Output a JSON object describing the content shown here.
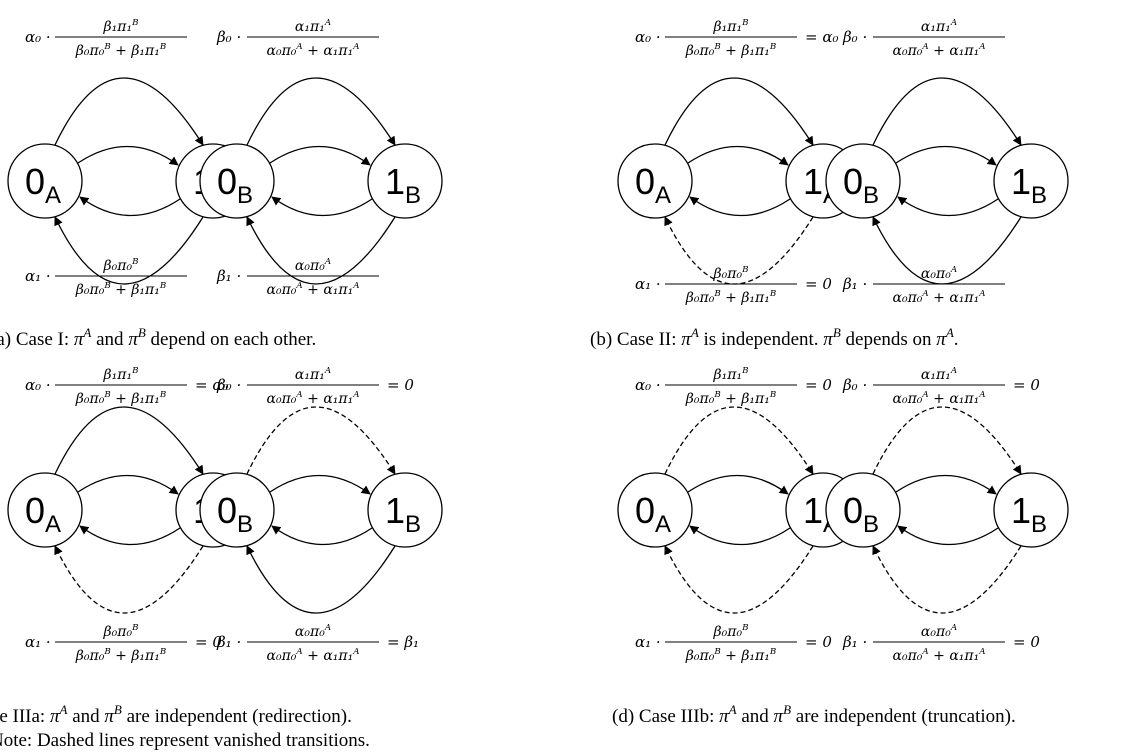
{
  "panels": [
    {
      "id": "a",
      "caption": "(a) Case I: π^A and π^B depend on each other.",
      "systems": [
        {
          "nodes": [
            "0_A",
            "1_A"
          ],
          "top": {
            "prefix": "α₀ ·",
            "num": "β₁π₁^B",
            "den": "β₀π₀^B + β₁π₁^B",
            "suffix": "",
            "vanished": false
          },
          "bottom": {
            "prefix": "α₁ ·",
            "num": "β₀π₀^B",
            "den": "β₀π₀^B + β₁π₁^B",
            "suffix": "",
            "vanished": false
          }
        },
        {
          "nodes": [
            "0_B",
            "1_B"
          ],
          "top": {
            "prefix": "β₀ ·",
            "num": "α₁π₁^A",
            "den": "α₀π₀^A + α₁π₁^A",
            "suffix": "",
            "vanished": false
          },
          "bottom": {
            "prefix": "β₁ ·",
            "num": "α₀π₀^A",
            "den": "α₀π₀^A + α₁π₁^A",
            "suffix": "",
            "vanished": false
          }
        }
      ]
    },
    {
      "id": "b",
      "caption": "(b) Case II: π^A is independent. π^B depends on π^A.",
      "systems": [
        {
          "nodes": [
            "0_A",
            "1_A"
          ],
          "top": {
            "prefix": "α₀ ·",
            "num": "β₁π₁^B",
            "den": "β₀π₀^B + β₁π₁^B",
            "suffix": "= α₀",
            "vanished": false
          },
          "bottom": {
            "prefix": "α₁ ·",
            "num": "β₀π₀^B",
            "den": "β₀π₀^B + β₁π₁^B",
            "suffix": "= 0",
            "vanished": true
          }
        },
        {
          "nodes": [
            "0_B",
            "1_B"
          ],
          "top": {
            "prefix": "β₀ ·",
            "num": "α₁π₁^A",
            "den": "α₀π₀^A + α₁π₁^A",
            "suffix": "",
            "vanished": false
          },
          "bottom": {
            "prefix": "β₁ ·",
            "num": "α₀π₀^A",
            "den": "α₀π₀^A + α₁π₁^A",
            "suffix": "",
            "vanished": false
          }
        }
      ]
    },
    {
      "id": "c",
      "caption": "(c) Case IIIa: π^A and π^B are independent (redirection).",
      "systems": [
        {
          "nodes": [
            "0_A",
            "1_A"
          ],
          "top": {
            "prefix": "α₀ ·",
            "num": "β₁π₁^B",
            "den": "β₀π₀^B + β₁π₁^B",
            "suffix": "= α₀",
            "vanished": false
          },
          "bottom": {
            "prefix": "α₁ ·",
            "num": "β₀π₀^B",
            "den": "β₀π₀^B + β₁π₁^B",
            "suffix": "= 0",
            "vanished": true
          }
        },
        {
          "nodes": [
            "0_B",
            "1_B"
          ],
          "top": {
            "prefix": "β₀ ·",
            "num": "α₁π₁^A",
            "den": "α₀π₀^A + α₁π₁^A",
            "suffix": "= 0",
            "vanished": true
          },
          "bottom": {
            "prefix": "β₁ ·",
            "num": "α₀π₀^A",
            "den": "α₀π₀^A + α₁π₁^A",
            "suffix": "= β₁",
            "vanished": false
          }
        }
      ]
    },
    {
      "id": "d",
      "caption": "(d) Case IIIb: π^A and π^B are independent (truncation).",
      "systems": [
        {
          "nodes": [
            "0_A",
            "1_A"
          ],
          "top": {
            "prefix": "α₀ ·",
            "num": "β₁π₁^B",
            "den": "β₀π₀^B + β₁π₁^B",
            "suffix": "= 0",
            "vanished": true
          },
          "bottom": {
            "prefix": "α₁ ·",
            "num": "β₀π₀^B",
            "den": "β₀π₀^B + β₁π₁^B",
            "suffix": "= 0",
            "vanished": true
          }
        },
        {
          "nodes": [
            "0_B",
            "1_B"
          ],
          "top": {
            "prefix": "β₀ ·",
            "num": "α₁π₁^A",
            "den": "α₀π₀^A + α₁π₁^A",
            "suffix": "= 0",
            "vanished": true
          },
          "bottom": {
            "prefix": "β₁ ·",
            "num": "α₀π₀^A",
            "den": "α₀π₀^A + α₁π₁^A",
            "suffix": "= 0",
            "vanished": true
          }
        }
      ]
    }
  ],
  "note": "Note: Dashed lines represent vanished transitions."
}
